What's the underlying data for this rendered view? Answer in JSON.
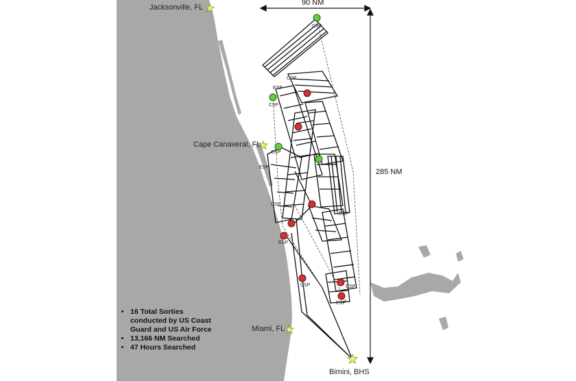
{
  "map": {
    "land_color": "#a8a8a8",
    "water_color": "#ffffff",
    "track_color": "#111111",
    "cities": [
      {
        "id": "jacksonville",
        "label": "Jacksonville, FL"
      },
      {
        "id": "cape-canaveral",
        "label": "Cape Canaveral, FL"
      },
      {
        "id": "miami",
        "label": "Miami, FL"
      },
      {
        "id": "bimini",
        "label": "Bimini, BHS"
      }
    ],
    "star_color": "#f3f27a",
    "width_label": "90 NM",
    "height_label": "285 NM",
    "point_labels": {
      "csp": "CSP",
      "esp": "ESP"
    },
    "markers": {
      "start_color": "#66cc44",
      "end_color": "#cc3333"
    }
  },
  "summary": {
    "items": [
      "16 Total Sorties conducted by US Coast Guard and US Air Force",
      "13,166 NM Searched",
      "47 Hours Searched"
    ]
  }
}
